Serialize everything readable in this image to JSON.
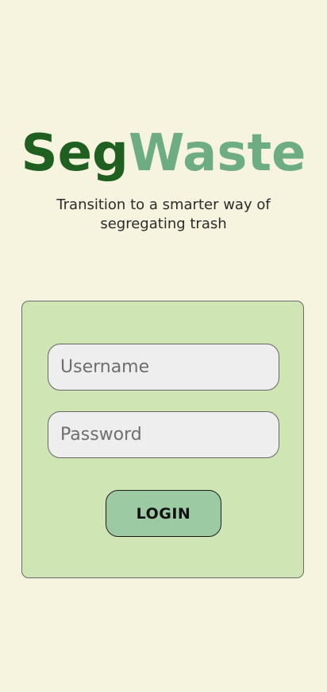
{
  "brand": {
    "part1": "Seg",
    "part2": "Waste",
    "colors": {
      "part1": "#1f5f1f",
      "part2": "#6eac82"
    }
  },
  "tagline": {
    "line1": "Transition to a smarter way of",
    "line2": "segregating trash"
  },
  "login_form": {
    "username_placeholder": "Username",
    "username_value": "",
    "password_placeholder": "Password",
    "password_value": "",
    "login_label": "LOGIN"
  },
  "colors": {
    "background": "#f6f4df",
    "card": "#d0e5b4",
    "input": "#eeeeee",
    "button": "#9ccaa3"
  }
}
